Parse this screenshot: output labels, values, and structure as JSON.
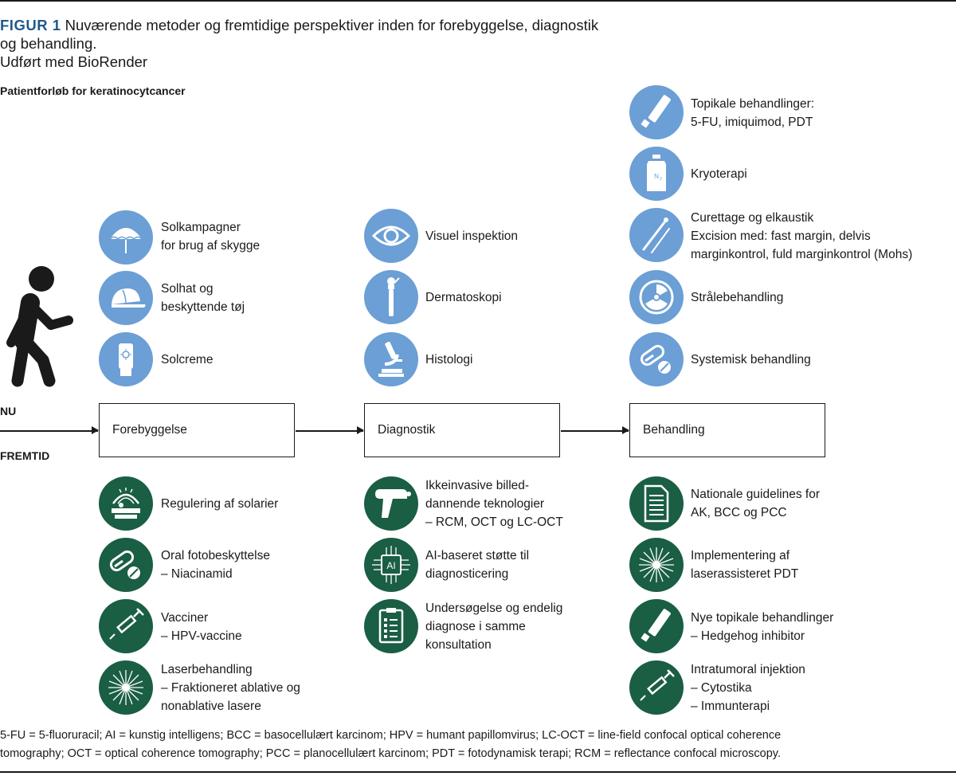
{
  "figure": {
    "label": "FIGUR 1",
    "title_line1": "Nuværende metoder og fremtidige perspektiver inden for forebyggelse, diagnostik",
    "title_line2": "og behandling.",
    "credit": "Udført med BioRender"
  },
  "subtitle": "Patientforløb for keratinocytcancer",
  "rows": {
    "now": "NU",
    "future": "FREMTID"
  },
  "stages": {
    "prevention": "Forebyggelse",
    "diagnostics": "Diagnostik",
    "treatment": "Behandling"
  },
  "now": {
    "prevention": [
      {
        "icon": "umbrella-icon",
        "lines": [
          "Solkampagner",
          "for brug af skygge"
        ]
      },
      {
        "icon": "cap-icon",
        "lines": [
          "Solhat og",
          "beskyttende tøj"
        ]
      },
      {
        "icon": "sunscreen-icon",
        "lines": [
          "Solcreme"
        ]
      }
    ],
    "diagnostics": [
      {
        "icon": "eye-icon",
        "lines": [
          "Visuel inspektion"
        ]
      },
      {
        "icon": "dermatoscope-icon",
        "lines": [
          "Dermatoskopi"
        ]
      },
      {
        "icon": "microscope-icon",
        "lines": [
          "Histologi"
        ]
      }
    ],
    "treatment": [
      {
        "icon": "tube-icon",
        "lines": [
          "Topikale behandlinger:",
          "5-FU, imiquimod, PDT"
        ]
      },
      {
        "icon": "nitrogen-canister-icon",
        "lines": [
          "Kryoterapi"
        ]
      },
      {
        "icon": "curette-icon",
        "lines": [
          "Curettage og elkaustik",
          "Excision med: fast margin, delvis",
          "marginkontrol, fuld marginkontrol (Mohs)"
        ]
      },
      {
        "icon": "radiation-icon",
        "lines": [
          "Strålebehandling"
        ]
      },
      {
        "icon": "pills-icon",
        "lines": [
          "Systemisk behandling"
        ]
      }
    ]
  },
  "future": {
    "prevention": [
      {
        "icon": "solarium-icon",
        "lines": [
          "Regulering af solarier"
        ]
      },
      {
        "icon": "pills-icon",
        "lines": [
          "Oral fotobeskyttelse",
          "– Niacinamid"
        ]
      },
      {
        "icon": "syringe-icon",
        "lines": [
          "Vacciner",
          "– HPV-vaccine"
        ]
      },
      {
        "icon": "laser-icon",
        "lines": [
          "Laserbehandling",
          "– Fraktioneret ablative og",
          "nonablative lasere"
        ]
      }
    ],
    "diagnostics": [
      {
        "icon": "probe-icon",
        "lines": [
          "Ikkeinvasive billed-",
          "dannende teknologier",
          "– RCM, OCT og LC-OCT"
        ]
      },
      {
        "icon": "ai-chip-icon",
        "chip_text": "AI",
        "lines": [
          "AI-baseret støtte til",
          "diagnosticering"
        ]
      },
      {
        "icon": "clipboard-icon",
        "lines": [
          "Undersøgelse og endelig",
          "diagnose i samme",
          "konsultation"
        ]
      }
    ],
    "treatment": [
      {
        "icon": "document-icon",
        "lines": [
          "Nationale guidelines for",
          "AK, BCC og PCC"
        ]
      },
      {
        "icon": "laser-icon",
        "lines": [
          "Implementering af",
          "laserassisteret PDT"
        ]
      },
      {
        "icon": "tube-icon",
        "lines": [
          "Nye topikale behandlinger",
          "– Hedgehog inhibitor"
        ]
      },
      {
        "icon": "syringe-icon",
        "lines": [
          "Intratumoral injektion",
          "– Cytostika",
          "– Immunterapi"
        ]
      }
    ]
  },
  "footnote": {
    "line1": "5-FU = 5-fluoruracil; AI = kunstig intelligens; BCC = basocellulært karcinom; HPV = humant papillomvirus; LC-OCT = line-field confocal optical coherence",
    "line2": "tomography; OCT = optical coherence tomography; PCC = planocellulært karcinom; PDT = fotodynamisk terapi; RCM = reflectance confocal microscopy."
  },
  "colors": {
    "now_icon": "#6b9fd5",
    "future_icon": "#1a5e44",
    "title_label": "#1f5a8c"
  }
}
